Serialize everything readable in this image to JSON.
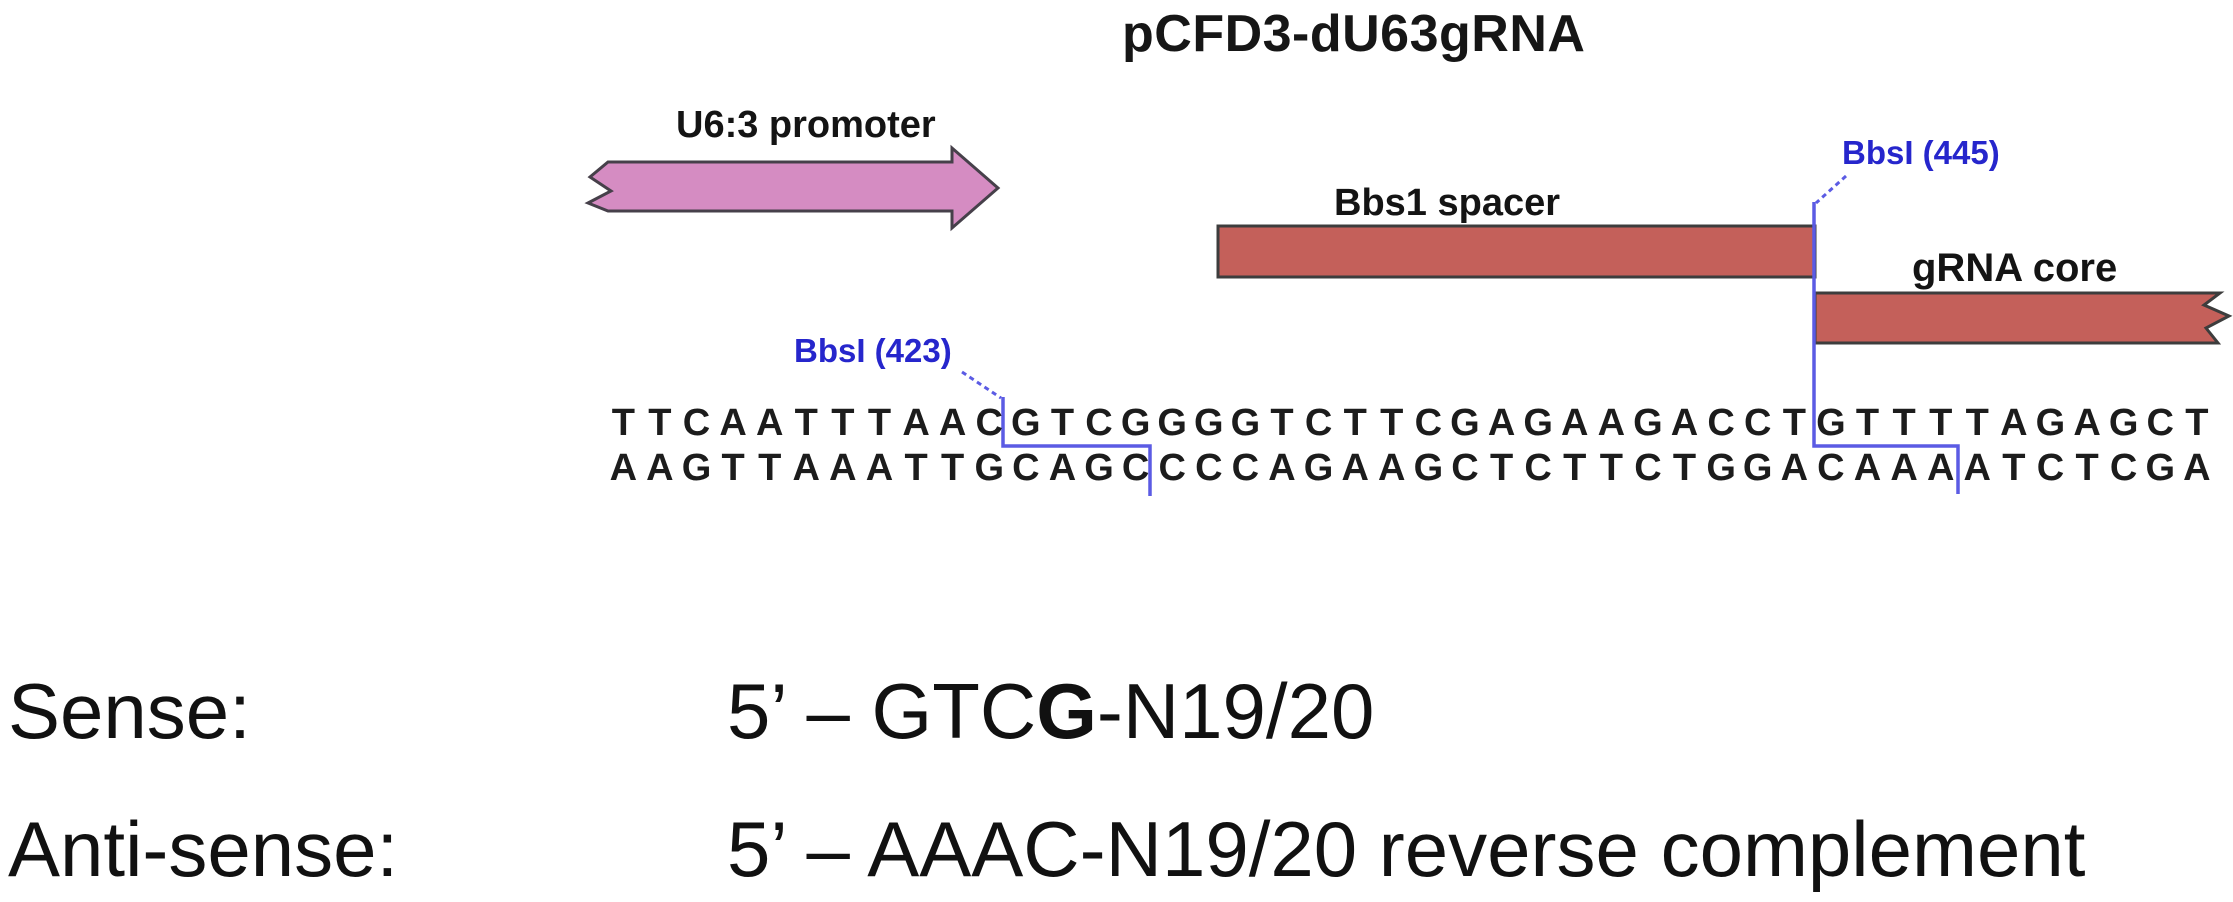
{
  "title": "pCFD3-dU63gRNA",
  "diagram": {
    "promoter_label": "U6:3 promoter",
    "spacer_label": "Bbs1 spacer",
    "grna_core_label": "gRNA core",
    "bbsi_445_label": "BbsI (445)",
    "bbsi_423_label": "BbsI (423)",
    "colors": {
      "promoter_fill": "#d58cc2",
      "feature_fill": "#c4605a",
      "feature_outline": "#3d3d3d",
      "cut_line_blue": "#5b5be4",
      "cut_label_blue": "#2626cc"
    }
  },
  "sequence": {
    "sense_strand": "TTCAATTTAACGTCGGGGTCTTCGAGAAGACCTGTTTTAGAGCT",
    "antisense_strand": "AAGTTAAATTGCAGCCCCAGAAGCTCTTCTGGACAAAATCTCGA"
  },
  "oligo_design": {
    "sense_label": "Sense:",
    "sense_prefix": "5’ – GTC",
    "sense_bold": "G",
    "sense_suffix": "-N19/20",
    "antisense_label": "Anti-sense:",
    "antisense_value": "5’ – AAAC-N19/20 reverse complement"
  }
}
